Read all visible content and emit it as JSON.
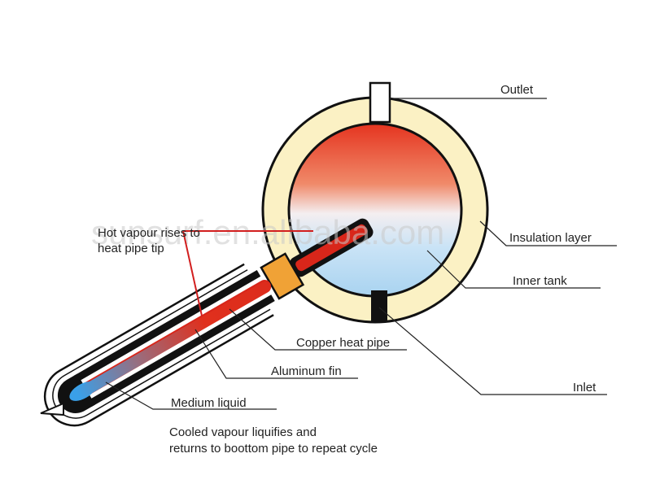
{
  "labels": {
    "outlet": "Outlet",
    "insulation_layer": "Insulation layer",
    "inner_tank": "Inner tank",
    "copper_heat_pipe": "Copper heat pipe",
    "aluminum_fin": "Aluminum fin",
    "inlet": "Inlet",
    "medium_liquid": "Medium liquid",
    "hot_vapour_line1": "Hot vapour rises to",
    "hot_vapour_line2": "heat pipe tip",
    "cooled_line1": "Cooled vapour liquifies and",
    "cooled_line2": "returns to boottom pipe to repeat cycle"
  },
  "watermark": "sunsurf.en.alibaba.com",
  "colors": {
    "hot": "#e5341f",
    "cold": "#a9d3f0",
    "insulation": "#fbf1c4",
    "cap": "#f0a236",
    "liquid": "#3aa0e8",
    "outline": "#111111",
    "red_leader": "#d21f1f"
  }
}
